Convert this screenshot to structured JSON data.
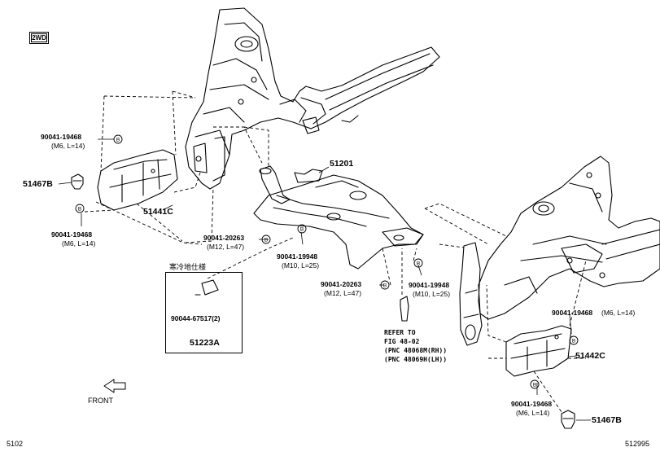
{
  "badge_2wd": "2WD",
  "parts": {
    "p51201": "51201",
    "p51441C": "51441C",
    "p51442C": "51442C",
    "p51467B_left": "51467B",
    "p51467B_right": "51467B",
    "p51223A": "51223A"
  },
  "bolts": {
    "b1": {
      "num": "90041-19468",
      "spec": "(M6, L=14)"
    },
    "b2": {
      "num": "90041-19468",
      "spec": "(M6, L=14)"
    },
    "b3": {
      "num": "90041-20263",
      "spec": "(M12, L=47)"
    },
    "b4": {
      "num": "90041-19948",
      "spec": "(M10, L=25)"
    },
    "b5": {
      "num": "90041-20263",
      "spec": "(M12, L=47)"
    },
    "b6": {
      "num": "90041-19948",
      "spec": "(M10, L=25)"
    },
    "b7": {
      "num": "90041-19468",
      "spec": "(M6, L=14)"
    },
    "b8": {
      "num": "90041-19468",
      "spec": "(M6, L=14)"
    },
    "b9": {
      "num": "90044-67517(2)"
    }
  },
  "inset_title": "寒冷地仕様",
  "callout_letter": "B",
  "refer_note": [
    "REFER TO",
    "FIG 48-02",
    "(PNC 48068M(RH))",
    "(PNC 48069H(LH))"
  ],
  "front_label": "FRONT",
  "footer_left": "5102",
  "footer_right": "512995"
}
